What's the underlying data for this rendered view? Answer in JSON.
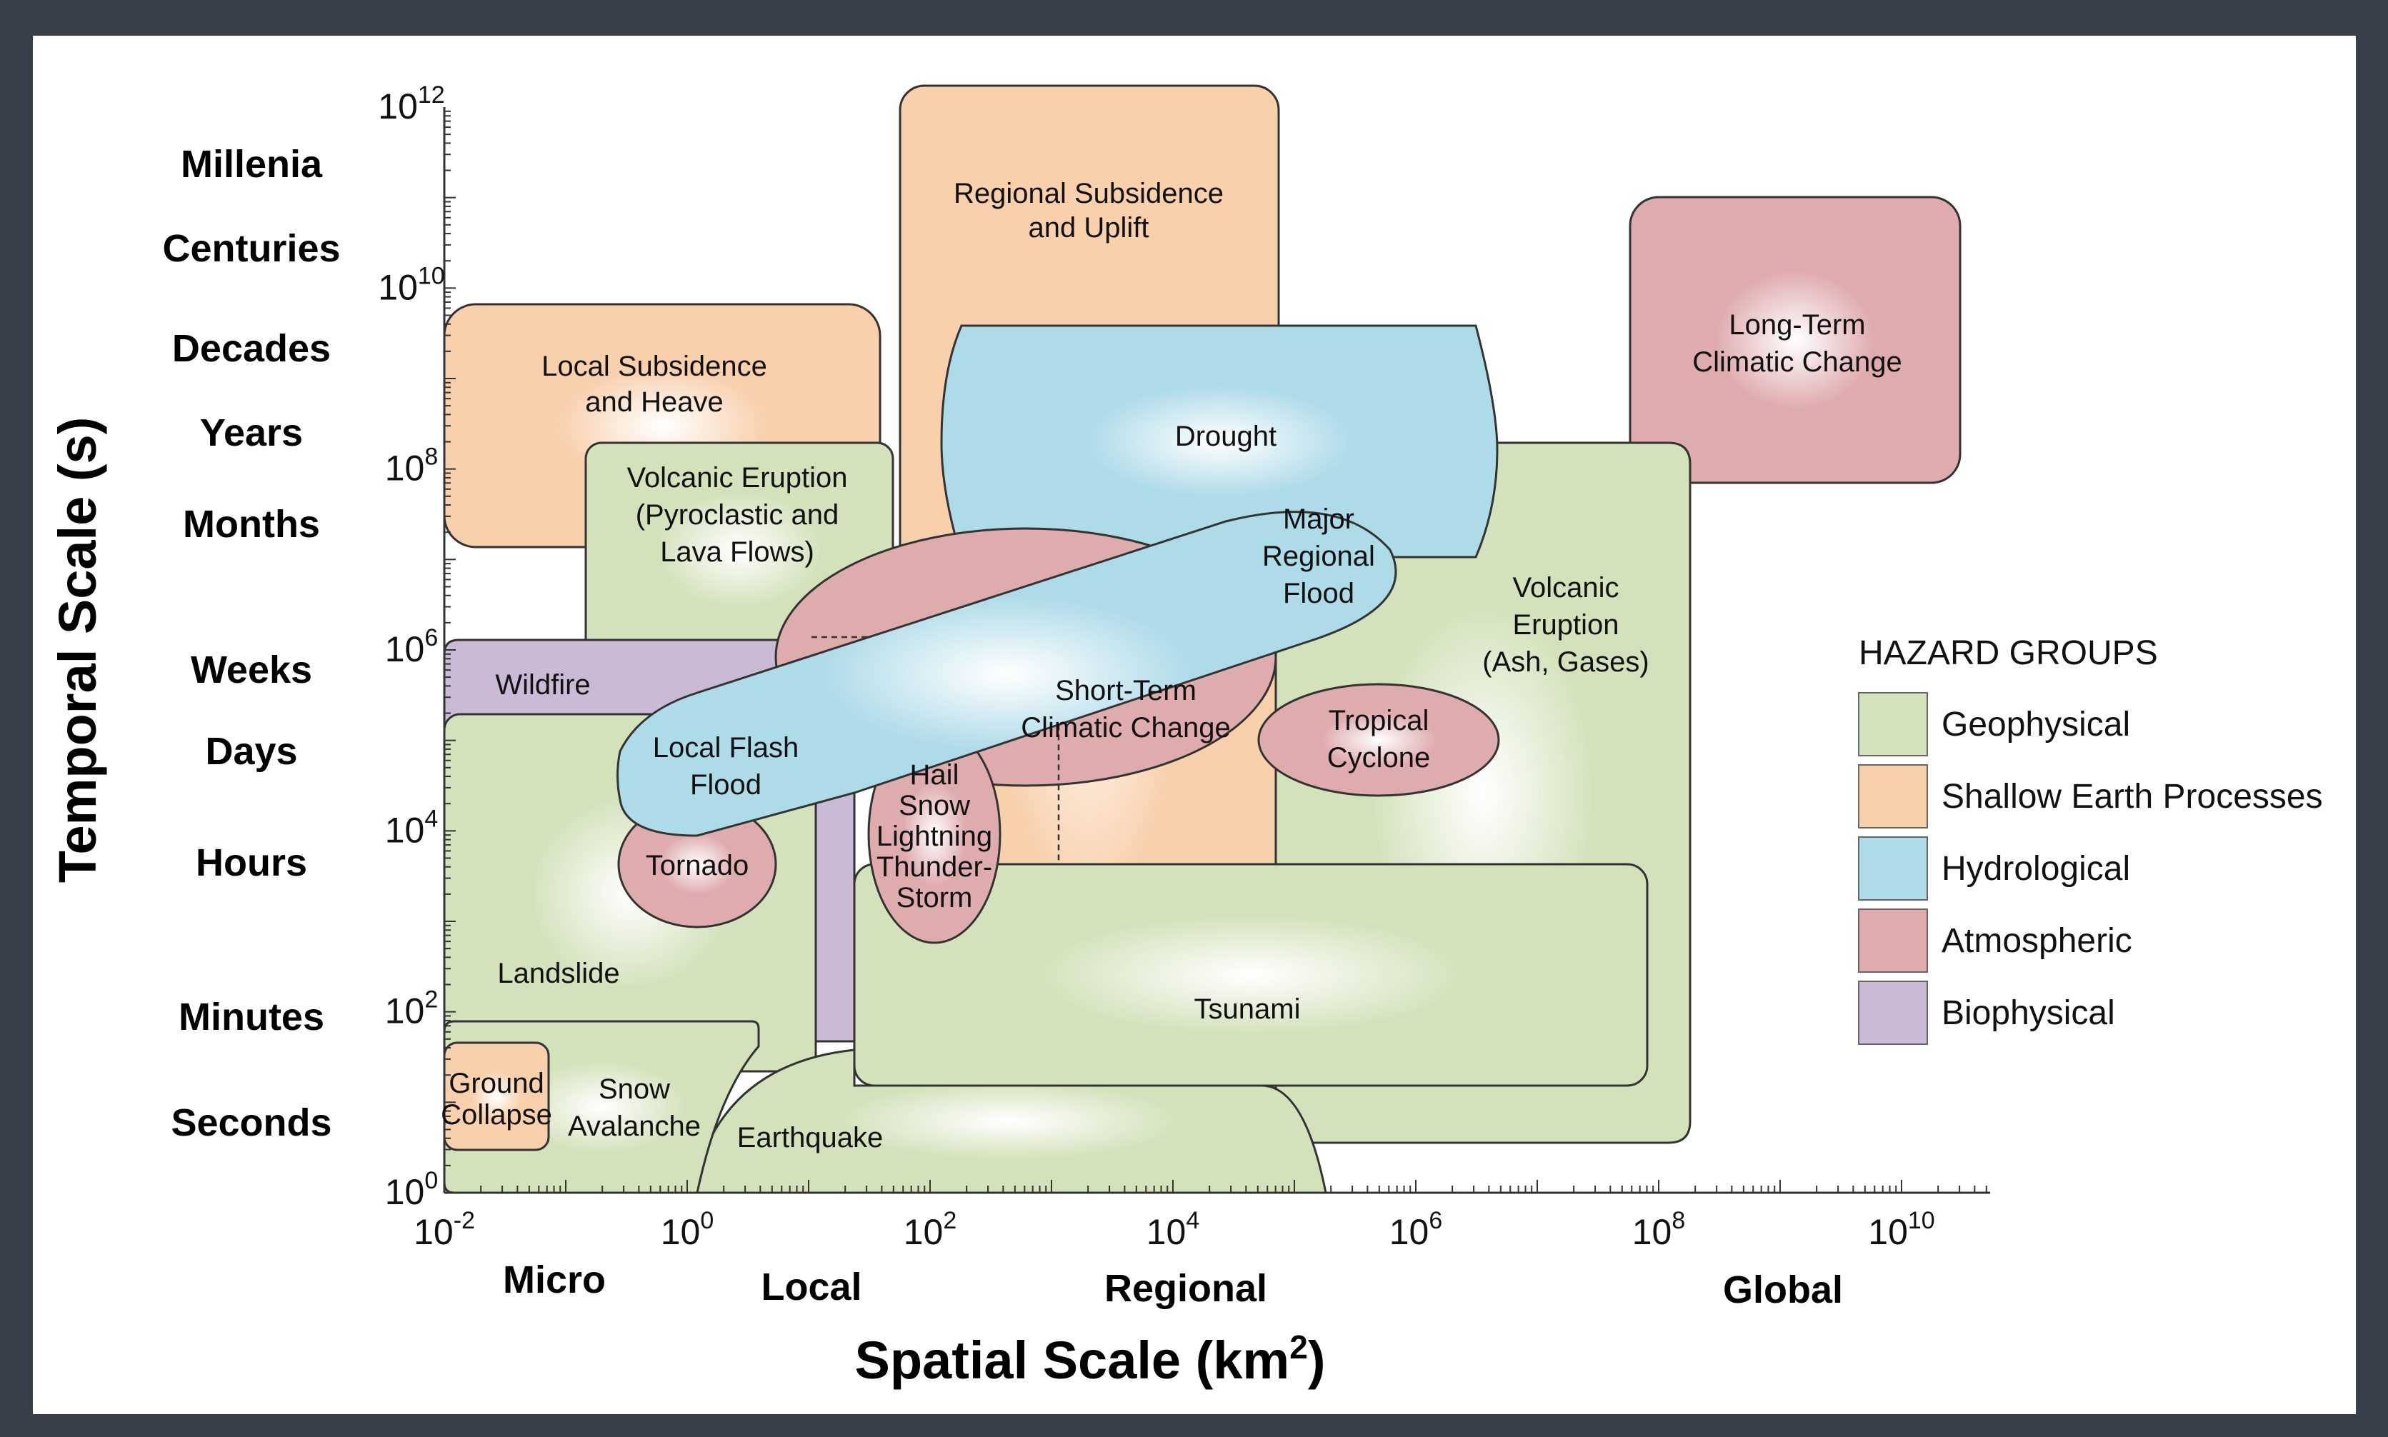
{
  "axes": {
    "y_title": "Temporal Scale (s)",
    "x_title_main": "Spatial Scale (km",
    "x_title_sup": "2",
    "x_title_end": ")",
    "y_ticks": [
      {
        "base": "10",
        "exp": "0"
      },
      {
        "base": "10",
        "exp": "2"
      },
      {
        "base": "10",
        "exp": "4"
      },
      {
        "base": "10",
        "exp": "6"
      },
      {
        "base": "10",
        "exp": "8"
      },
      {
        "base": "10",
        "exp": "10"
      },
      {
        "base": "10",
        "exp": "12"
      }
    ],
    "x_ticks": [
      {
        "base": "10",
        "exp": "-2"
      },
      {
        "base": "10",
        "exp": "0"
      },
      {
        "base": "10",
        "exp": "2"
      },
      {
        "base": "10",
        "exp": "4"
      },
      {
        "base": "10",
        "exp": "6"
      },
      {
        "base": "10",
        "exp": "8"
      },
      {
        "base": "10",
        "exp": "10"
      }
    ],
    "time_labels": [
      "Millenia",
      "Centuries",
      "Decades",
      "Years",
      "Months",
      "Weeks",
      "Days",
      "Hours",
      "Minutes",
      "Seconds"
    ],
    "space_labels": [
      "Micro",
      "Local",
      "Regional",
      "Global"
    ]
  },
  "regions": {
    "regional_subsidence": [
      "Regional Subsidence",
      "and Uplift"
    ],
    "local_subsidence": [
      "Local Subsidence",
      "and Heave"
    ],
    "long_term": [
      "Long-Term",
      "Climatic Change"
    ],
    "drought": [
      "Drought"
    ],
    "volcanic_pyro": [
      "Volcanic Eruption",
      "(Pyroclastic and",
      "Lava Flows)"
    ],
    "volcanic_ash": [
      "Volcanic",
      "Eruption",
      "(Ash, Gases)"
    ],
    "major_flood": [
      "Major",
      "Regional",
      "Flood"
    ],
    "wildfire": [
      "Wildfire"
    ],
    "local_flash": [
      "Local Flash",
      "Flood"
    ],
    "short_term": [
      "Short-Term",
      "Climatic Change"
    ],
    "tropical": [
      "Tropical",
      "Cyclone"
    ],
    "hail": [
      "Hail",
      "Snow",
      "Lightning",
      "Thunder-",
      "Storm"
    ],
    "tornado": [
      "Tornado"
    ],
    "landslide": [
      "Landslide"
    ],
    "tsunami": [
      "Tsunami"
    ],
    "snow_avalanche": [
      "Snow",
      "Avalanche"
    ],
    "ground_collapse": [
      "Ground",
      "Collapse"
    ],
    "earthquake": [
      "Earthquake"
    ]
  },
  "legend": {
    "title": "HAZARD GROUPS",
    "items": [
      {
        "label": "Geophysical",
        "color": "#d3e2bb"
      },
      {
        "label": "Shallow Earth Processes",
        "color": "#f8d0ac"
      },
      {
        "label": "Hydrological",
        "color": "#aedbe8"
      },
      {
        "label": "Atmospheric",
        "color": "#dfacae"
      },
      {
        "label": "Biophysical",
        "color": "#cbbad6"
      }
    ]
  },
  "colors": {
    "geophysical": "#d3e2bb",
    "shallow": "#f8d0ac",
    "hydrological": "#aedbe8",
    "atmospheric": "#dfacae",
    "biophysical": "#cbbad6"
  }
}
